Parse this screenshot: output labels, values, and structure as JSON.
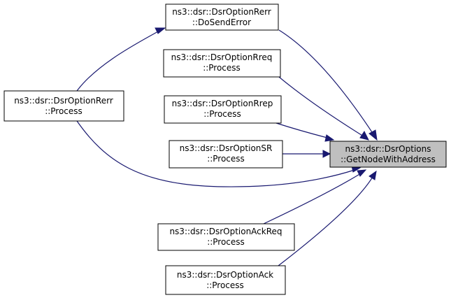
{
  "graph": {
    "nodes": {
      "target": {
        "line1": "ns3::dsr::DsrOptions",
        "line2": "::GetNodeWithAddress"
      },
      "rerr_send": {
        "line1": "ns3::dsr::DsrOptionRerr",
        "line2": "::DoSendError"
      },
      "rreq": {
        "line1": "ns3::dsr::DsrOptionRreq",
        "line2": "::Process"
      },
      "rerr_proc": {
        "line1": "ns3::dsr::DsrOptionRerr",
        "line2": "::Process"
      },
      "rrep": {
        "line1": "ns3::dsr::DsrOptionRrep",
        "line2": "::Process"
      },
      "sr": {
        "line1": "ns3::dsr::DsrOptionSR",
        "line2": "::Process"
      },
      "ackreq": {
        "line1": "ns3::dsr::DsrOptionAckReq",
        "line2": "::Process"
      },
      "ack": {
        "line1": "ns3::dsr::DsrOptionAck",
        "line2": "::Process"
      }
    },
    "colors": {
      "edge": "#191970",
      "target_fill": "#bfbfbf",
      "node_fill": "#ffffff",
      "border": "#000000"
    }
  }
}
